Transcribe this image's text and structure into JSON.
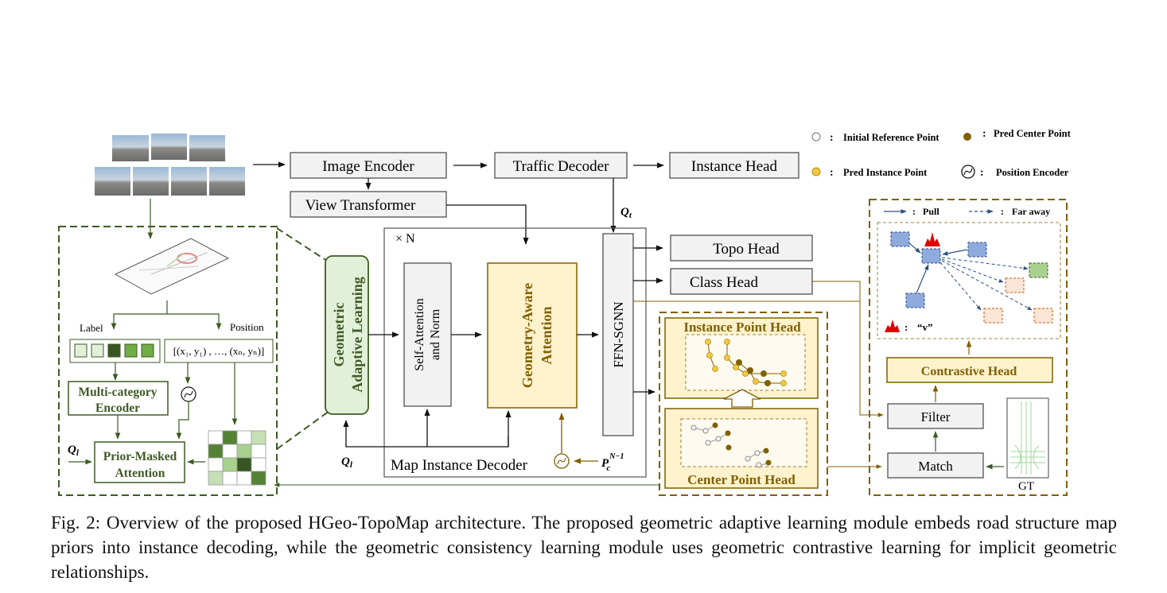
{
  "legend": {
    "initial_ref": "Initial Reference Point",
    "pred_center": "Pred Center Point",
    "pred_instance": "Pred Instance Point",
    "pos_encoder": "Position Encoder",
    "pull": "Pull",
    "far_away": "Far away",
    "v_label": "“v”",
    "sep": ":"
  },
  "blocks": {
    "image_encoder": "Image Encoder",
    "traffic_decoder": "Traffic Decoder",
    "instance_head": "Instance Head",
    "view_transformer": "View Transformer",
    "topo_head": "Topo Head",
    "class_head": "Class Head",
    "geometric_adaptive_learning_1": "Geometric",
    "geometric_adaptive_learning_2": "Adaptive Learning",
    "self_attention_1": "Self-Attention",
    "self_attention_2": "and Norm",
    "geometry_aware_1": "Geometry-Aware",
    "geometry_aware_2": "Attention",
    "ffn_sgnn": "FFN-SGNN",
    "times_n": "× N",
    "map_instance_decoder": "Map Instance Decoder",
    "instance_point_head": "Instance Point Head",
    "center_point_head": "Center Point Head",
    "contrastive_head": "Contrastive Head",
    "filter": "Filter",
    "match": "Match",
    "gt": "GT"
  },
  "prior": {
    "label": "Label",
    "position": "Position",
    "position_formula": "[(x₁, y₁) , …, (xₙ, yₙ)]",
    "multi_cat_1": "Multi-category",
    "multi_cat_2": "Encoder",
    "prior_masked_1": "Prior-Masked",
    "prior_masked_2": "Attention"
  },
  "symbols": {
    "q_t": "Q",
    "q_t_sub": "t",
    "q_l": "Q",
    "q_l_sub": "l",
    "q_l2": "Q",
    "q_l2_sub": "l",
    "p_c": "P",
    "p_c_sub": "c",
    "p_c_sup": "N−1"
  },
  "colors": {
    "green_dark": "#3e5a24",
    "green_fill": "#e2f0d9",
    "yellow_fill": "#fff2cc",
    "olive": "#7f6000",
    "gray_fill": "#f2f2f2",
    "blue_box": "#8faadc",
    "green_box": "#a9d18e",
    "salmon_box": "#fbe5d6",
    "peak_red": "#e00000"
  },
  "caption": "Fig. 2: Overview of the proposed HGeo-TopoMap architecture. The proposed geometric adaptive learning module embeds road structure map priors into instance decoding, while the geometric consistency learning module uses geometric contrastive learning for implicit geometric relationships."
}
